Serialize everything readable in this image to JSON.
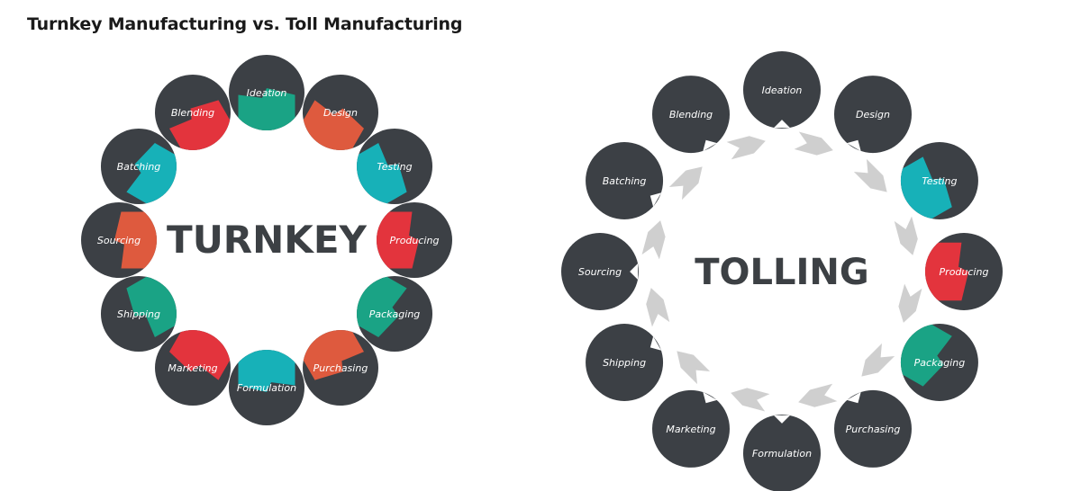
{
  "title": "Turnkey Manufacturing vs. Toll Manufacturing",
  "colors": {
    "node": "#3c4045",
    "red": "#e3343d",
    "orange": "#de5a3e",
    "teal": "#17b1b8",
    "green": "#1aa385",
    "arrow_gray": "#cfcfcf"
  },
  "turnkey": {
    "center": "TURNKEY",
    "nodes": [
      {
        "label": "Ideation",
        "accent": "green"
      },
      {
        "label": "Design",
        "accent": "orange"
      },
      {
        "label": "Testing",
        "accent": "teal"
      },
      {
        "label": "Producing",
        "accent": "red"
      },
      {
        "label": "Packaging",
        "accent": "green"
      },
      {
        "label": "Purchasing",
        "accent": "orange"
      },
      {
        "label": "Formulation",
        "accent": "teal"
      },
      {
        "label": "Marketing",
        "accent": "red"
      },
      {
        "label": "Shipping",
        "accent": "green"
      },
      {
        "label": "Sourcing",
        "accent": "orange"
      },
      {
        "label": "Batching",
        "accent": "teal"
      },
      {
        "label": "Blending",
        "accent": "red"
      }
    ]
  },
  "tolling": {
    "center": "TOLLING",
    "nodes": [
      {
        "label": "Ideation",
        "accent": ""
      },
      {
        "label": "Design",
        "accent": ""
      },
      {
        "label": "Testing",
        "accent": "teal"
      },
      {
        "label": "Producing",
        "accent": "red"
      },
      {
        "label": "Packaging",
        "accent": "green"
      },
      {
        "label": "Purchasing",
        "accent": ""
      },
      {
        "label": "Formulation",
        "accent": ""
      },
      {
        "label": "Marketing",
        "accent": ""
      },
      {
        "label": "Shipping",
        "accent": ""
      },
      {
        "label": "Sourcing",
        "accent": ""
      },
      {
        "label": "Batching",
        "accent": ""
      },
      {
        "label": "Blending",
        "accent": ""
      }
    ]
  }
}
